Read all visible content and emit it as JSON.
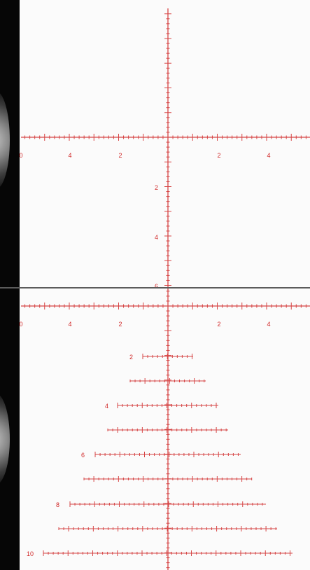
{
  "reticle_color": "#d64545",
  "label_color": "#d12a2a",
  "top_panel": {
    "horizontal_labels": [
      "0",
      "4",
      "2",
      "2",
      "4"
    ],
    "vertical_labels": [
      "2",
      "4",
      "6"
    ]
  },
  "bottom_panel": {
    "horizontal_labels": [
      "0",
      "4",
      "2",
      "2",
      "4"
    ],
    "tree_labels": [
      "2",
      "4",
      "6",
      "8",
      "10"
    ]
  }
}
